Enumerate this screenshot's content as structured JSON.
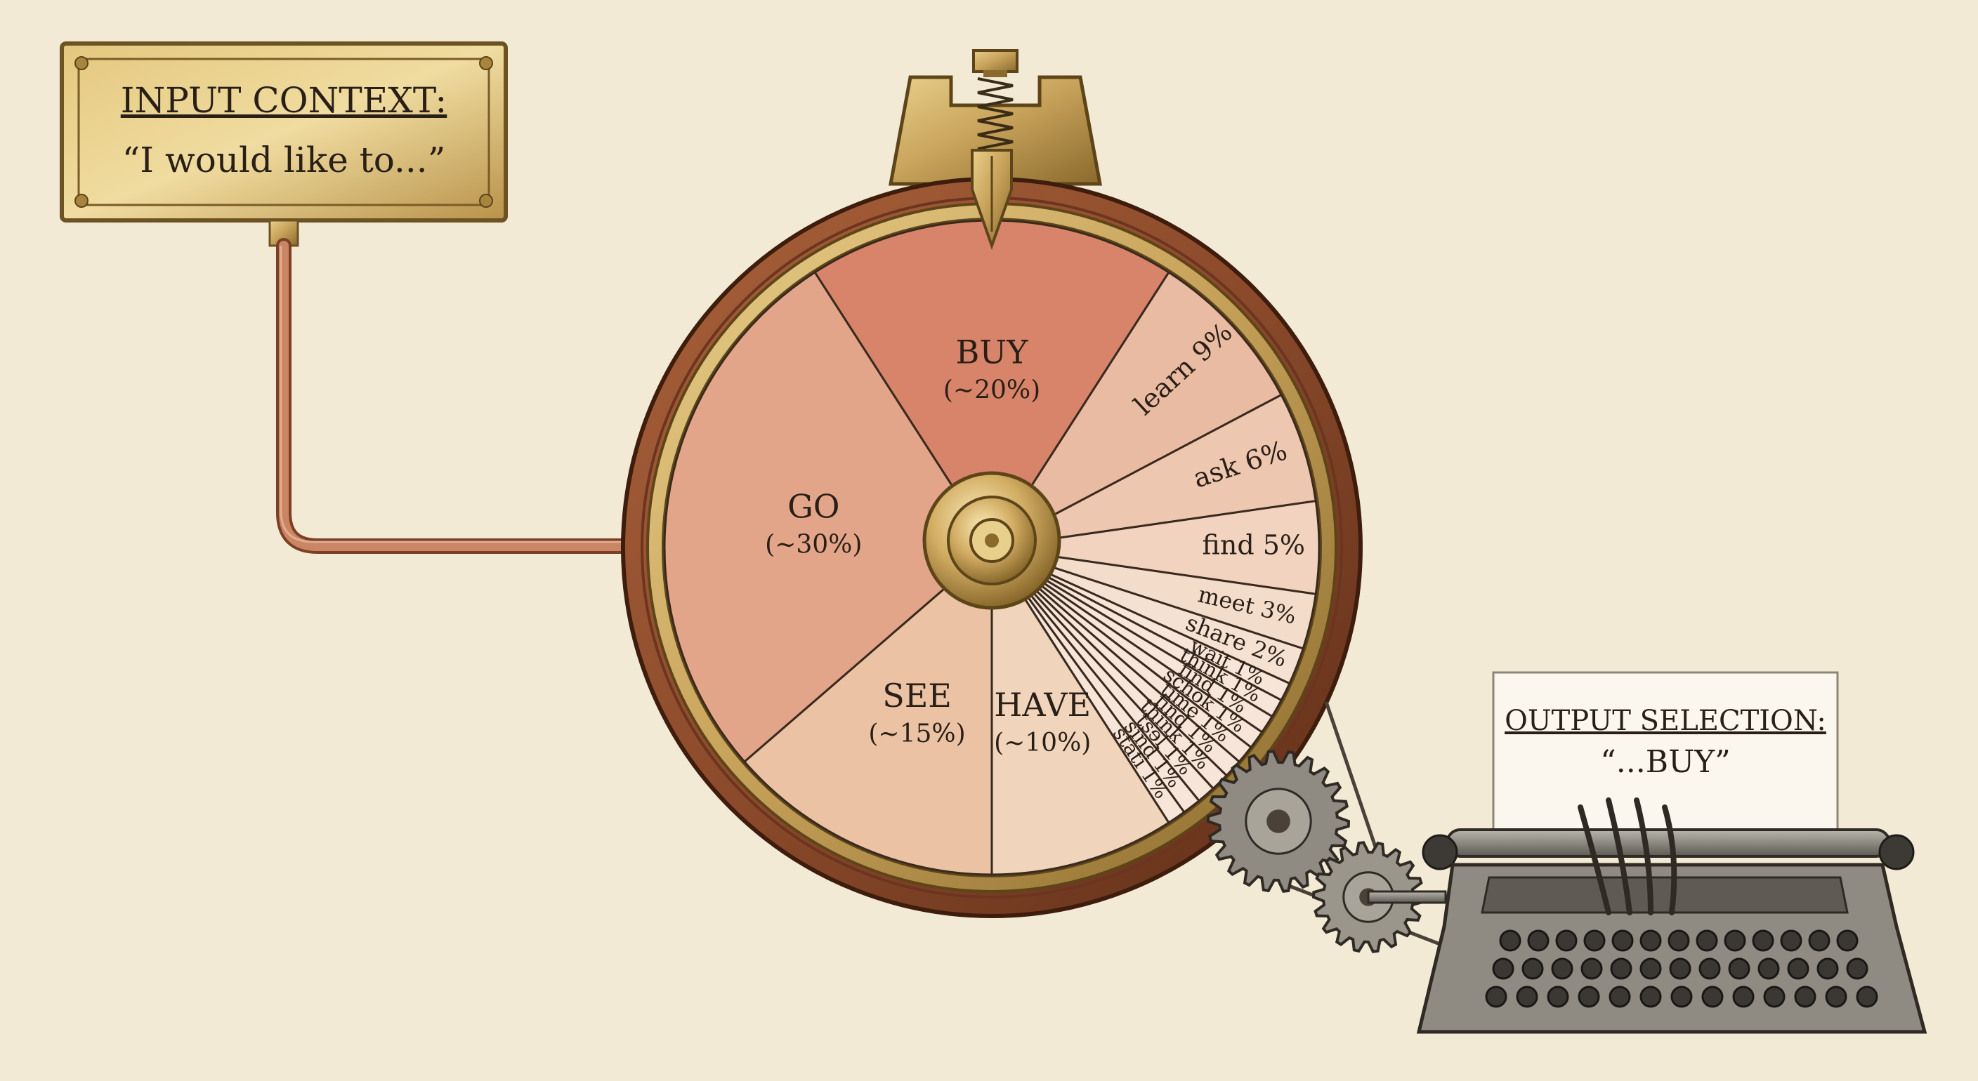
{
  "input_plaque": {
    "title": "INPUT CONTEXT:",
    "text": "“I would like to...”"
  },
  "output_paper": {
    "title": "OUTPUT SELECTION:",
    "text": "“...BUY”"
  },
  "chart_data": {
    "type": "pie",
    "title": "",
    "slices": [
      {
        "word": "BUY",
        "pct_label": "(~20%)",
        "value": 20,
        "color": "#d8846a"
      },
      {
        "word": "learn",
        "pct_label": "9%",
        "value": 9,
        "color": "#e9bba2"
      },
      {
        "word": "ask",
        "pct_label": "6%",
        "value": 6,
        "color": "#edc7b0"
      },
      {
        "word": "find",
        "pct_label": "5%",
        "value": 5,
        "color": "#f1d3bf"
      },
      {
        "word": "meet",
        "pct_label": "3%",
        "value": 3,
        "color": "#f4dccb"
      },
      {
        "word": "share",
        "pct_label": "2%",
        "value": 2,
        "color": "#f5e1d2"
      },
      {
        "word": "wait",
        "pct_label": "1%",
        "value": 1,
        "color": "#f6e5d8"
      },
      {
        "word": "think",
        "pct_label": "1%",
        "value": 1,
        "color": "#f6e5d8"
      },
      {
        "word": "find",
        "pct_label": "1%",
        "value": 1,
        "color": "#f6e5d8"
      },
      {
        "word": "schok",
        "pct_label": "1%",
        "value": 1,
        "color": "#f6e5d8"
      },
      {
        "word": "time",
        "pct_label": "1%",
        "value": 1,
        "color": "#f6e5d8"
      },
      {
        "word": "find",
        "pct_label": "1%",
        "value": 1,
        "color": "#f6e5d8"
      },
      {
        "word": "think",
        "pct_label": "1%",
        "value": 1,
        "color": "#f6e5d8"
      },
      {
        "word": "tsɘl",
        "pct_label": "1%",
        "value": 1,
        "color": "#f6e5d8"
      },
      {
        "word": "sind",
        "pct_label": "1%",
        "value": 1,
        "color": "#f6e5d8"
      },
      {
        "word": "stati",
        "pct_label": "1%",
        "value": 1,
        "color": "#f6e5d8"
      },
      {
        "word": "HAVE",
        "pct_label": "(~10%)",
        "value": 10,
        "color": "#f0d4bb"
      },
      {
        "word": "SEE",
        "pct_label": "(~15%)",
        "value": 15,
        "color": "#ebc3a4"
      },
      {
        "word": "GO",
        "pct_label": "(~30%)",
        "value": 30,
        "color": "#e3a58a"
      }
    ]
  },
  "colors": {
    "background": "#f3ead6",
    "brass": "#c9a45c",
    "brass_dark": "#8a6a2c",
    "wood": "#8b4a2b",
    "copper": "#c07a5a",
    "ink": "#2a1f17"
  },
  "icons": {
    "pointer": "brass-pointer-icon",
    "hub": "brass-hub-icon",
    "gears": "gear-icon",
    "typewriter": "typewriter-icon"
  }
}
